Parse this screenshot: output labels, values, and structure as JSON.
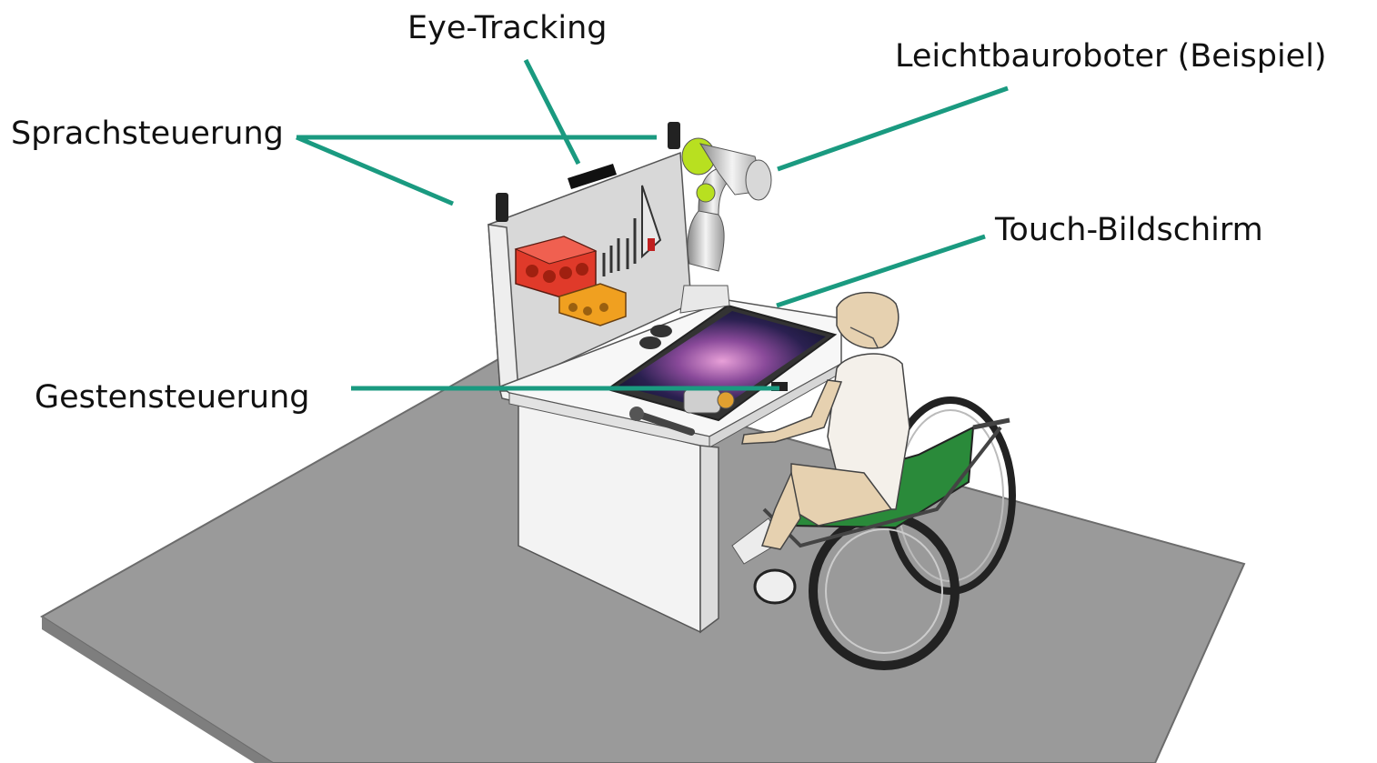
{
  "labels": {
    "eye_tracking": "Eye-Tracking",
    "robot": "Leichtbauroboter (Beispiel)",
    "speech": "Sprachsteuerung",
    "touch": "Touch-Bildschirm",
    "gesture": "Gestensteuerung"
  },
  "colors": {
    "leader_line": "#1a9a80",
    "floor": "#9a9a9a",
    "workbench": "#f2f2f2",
    "red_box": "#e03a2a",
    "orange_box": "#f0a020",
    "seat_green": "#2a8a3a",
    "robot_accent": "#b8e020"
  },
  "icons": {
    "camera": "camera-icon",
    "microphone": "microphone-icon",
    "robot_arm": "robot-arm-icon",
    "wheelchair": "wheelchair-icon",
    "screen": "touch-screen-icon"
  }
}
